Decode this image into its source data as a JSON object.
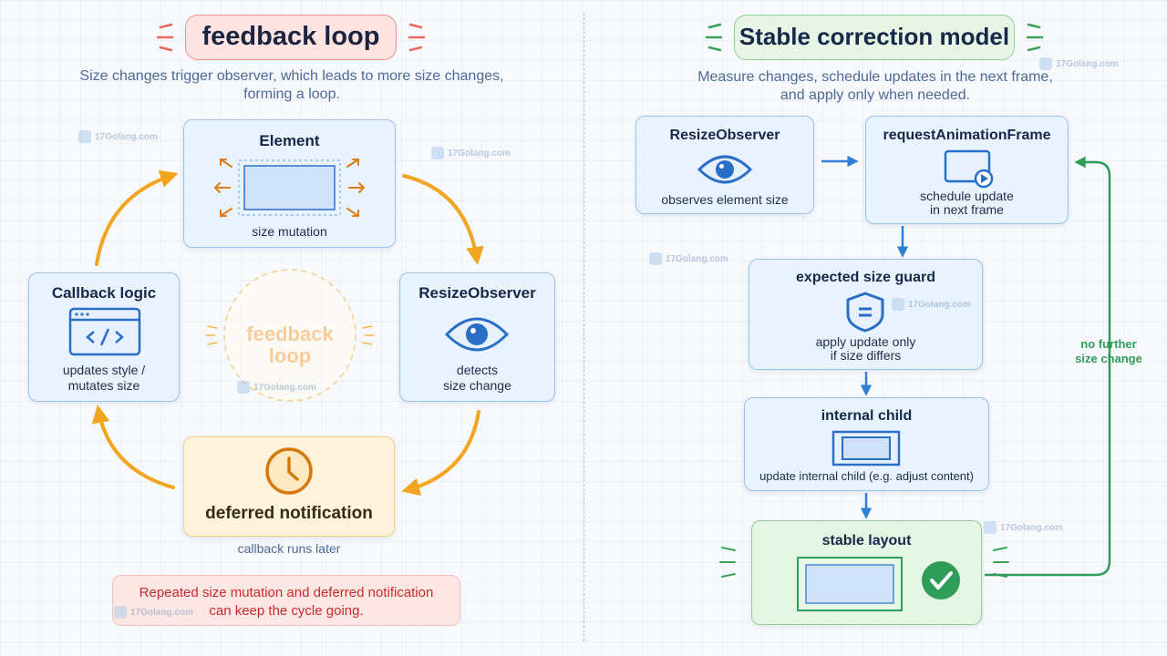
{
  "left": {
    "title": "feedback loop",
    "caption_line1": "Size changes trigger observer, which leads to more size changes,",
    "caption_line2": "forming a loop.",
    "element_box": {
      "title": "Element",
      "sub": "size mutation"
    },
    "observer_box": {
      "title": "ResizeObserver",
      "sub1": "detects",
      "sub2": "size change"
    },
    "callback_box": {
      "title": "Callback logic",
      "sub1": "updates style /",
      "sub2": "mutates size"
    },
    "deferred_box": {
      "title": "deferred notification",
      "sub": "callback runs later"
    },
    "center_label_line1": "feedback",
    "center_label_line2": "loop",
    "warning_line1": "Repeated size mutation and deferred notification",
    "warning_line2": "can keep the cycle going."
  },
  "right": {
    "title": "Stable correction model",
    "caption_line1": "Measure changes, schedule updates in the next frame,",
    "caption_line2": "and apply only when needed.",
    "observer_box": {
      "title": "ResizeObserver",
      "sub": "observes element size"
    },
    "raf_box": {
      "title": "requestAnimationFrame",
      "sub1": "schedule update",
      "sub2": "in next frame"
    },
    "guard_box": {
      "title": "expected size guard",
      "sub1": "apply update only",
      "sub2": "if size differs"
    },
    "child_box": {
      "title": "internal child",
      "sub": "update internal child (e.g. adjust content)"
    },
    "stable_box": {
      "title": "stable layout"
    },
    "loop_label_line1": "no further",
    "loop_label_line2": "size change"
  },
  "watermark": "17Golang.com",
  "colors": {
    "orange": "#f2a51f",
    "blue": "#2f7fd4",
    "green": "#2e9d57",
    "red_text": "#cc2a2a"
  }
}
